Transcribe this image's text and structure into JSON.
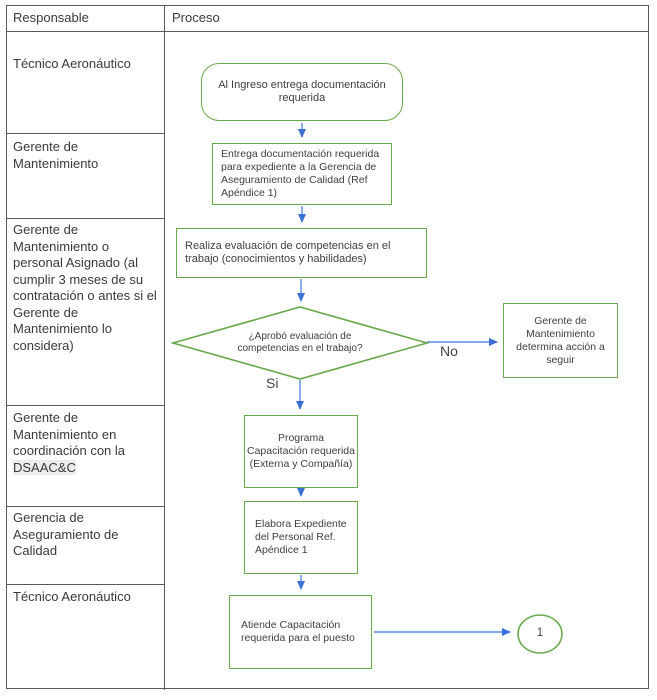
{
  "colors": {
    "shape_border": "#6aa84f",
    "arrow_line": "#5b8be0",
    "arrow_head": "#3e6fd3",
    "table_border": "#595959",
    "text": "#3f3f3f",
    "highlight_bg": "#ececec"
  },
  "table": {
    "header": {
      "responsable": "Responsable",
      "proceso": "Proceso"
    },
    "rows": [
      {
        "label": "Técnico Aeronáutico"
      },
      {
        "label": "Gerente de Mantenimiento"
      },
      {
        "label": "Gerente de Mantenimiento o personal Asignado (al cumplir 3 meses de su contratación o antes si el Gerente de Mantenimiento lo considera)"
      },
      {
        "label": "Gerente de Mantenimiento en coordinación con la ",
        "highlight": "DSAAC&C"
      },
      {
        "label": "Gerencia de Aseguramiento de Calidad"
      },
      {
        "label": "Técnico Aeronáutico"
      }
    ]
  },
  "flow": {
    "start": "Al Ingreso entrega documentación requerida",
    "entrega": "Entrega documentación requerida para expediente a la Gerencia de Aseguramiento de Calidad (Ref Apéndice 1)",
    "realiza": "Realiza evaluación de competencias en el trabajo (conocimientos y habilidades)",
    "decision": "¿Aprobó evaluación de competencias en el trabajo?",
    "determina": "Gerente de Mantenimiento determina acción a seguir",
    "programa": "Programa Capacitación requerida (Externa y Compañía)",
    "elabora": "Elabora Expediente del Personal Ref. Apéndice 1",
    "atiende": "Atiende Capacitación requerida para el puesto",
    "connector": "1",
    "si": "Si",
    "no": "No"
  }
}
